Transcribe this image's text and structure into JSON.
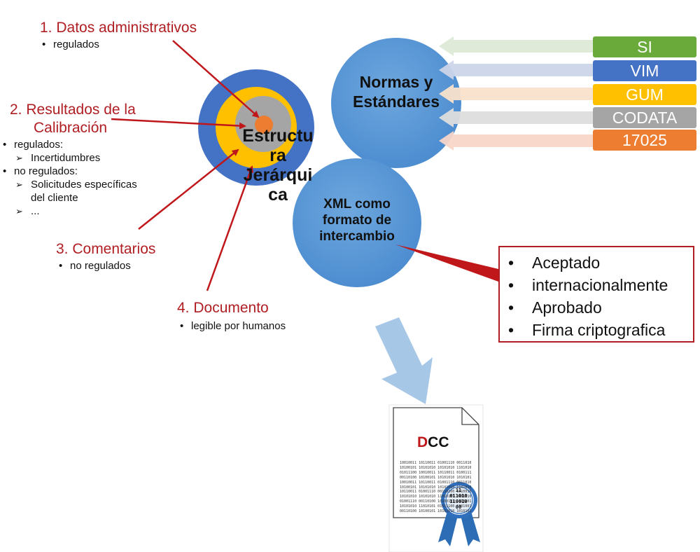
{
  "labels": {
    "datos": {
      "title": "1. Datos administrativos",
      "bullets": [
        "regulados"
      ]
    },
    "resultados": {
      "title_line1": "2. Resultados de la",
      "title_line2": "Calibración",
      "regulados": "regulados:",
      "incertidumbres": "Incertidumbres",
      "no_regulados": "no regulados:",
      "solicitudes1": "Solicitudes específicas",
      "solicitudes2": "del cliente",
      "ellipsis": "..."
    },
    "comentarios": {
      "title": "3. Comentarios",
      "bullets": [
        "no regulados"
      ]
    },
    "documento": {
      "title": "4. Documento",
      "bullets": [
        "legible por humanos"
      ]
    }
  },
  "target": {
    "lines": [
      "Estructu",
      "ra",
      "Jerárqui",
      "ca"
    ]
  },
  "normas": {
    "line1": "Normas y",
    "line2": "Estándares"
  },
  "xml": {
    "line1": "XML como",
    "line2": "formato de",
    "line3": "intercambio"
  },
  "standards": [
    {
      "label": "SI",
      "color": "#6aaa3a"
    },
    {
      "label": "VIM",
      "color": "#4472c4"
    },
    {
      "label": "GUM",
      "color": "#ffc000"
    },
    {
      "label": "CODATA",
      "color": "#a5a5a5"
    },
    {
      "label": "17025",
      "color": "#ed7d31"
    }
  ],
  "callout": {
    "items": [
      "Aceptado",
      "internacionalmente",
      "Aprobado",
      "Firma criptografica"
    ]
  },
  "dcc": {
    "letter_first": "D",
    "letter_rest": "CC",
    "binary": "10010011 10110011 01001110 00110100\n10100101 10101010 10101010 11010101\n01011100 10010011 10110011 01001110\n00110100 10100101 10101010 10101010\n10010011 10110011 01001110 00110100\n10100101 10101010 10101010 11010101\n10110011 01001110 00110100 10100101\n10101010 10101010 11010101 01011100\n01001110 00110100 10100101 10101010\n10101010 11010101 01011100 10010011\n00110100 10100101 10101010 10101010",
    "seal_lines": [
      "11",
      "011010",
      "110010",
      "00"
    ]
  }
}
